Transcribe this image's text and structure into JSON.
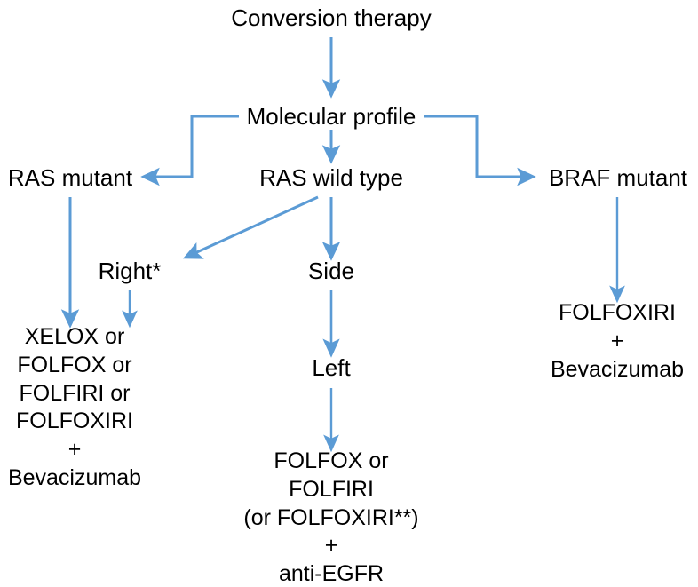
{
  "diagram": {
    "type": "flowchart",
    "title_node": "Conversion therapy",
    "accent_color": "#5B9BD5",
    "text_color": "#000000",
    "background": "#ffffff",
    "nodes": {
      "conversion_therapy": "Conversion therapy",
      "molecular_profile": "Molecular profile",
      "ras_mutant": "RAS mutant",
      "ras_wild_type": "RAS wild type",
      "braf_mutant": "BRAF mutant",
      "right": "Right*",
      "side": "Side",
      "left": "Left",
      "ras_mutant_tx": {
        "lines": [
          "XELOX or",
          "FOLFOX or",
          "FOLFIRI or",
          "FOLFOXIRI",
          "+",
          "Bevacizumab"
        ]
      },
      "left_tx": {
        "lines": [
          "FOLFOX or",
          "FOLFIRI",
          "(or FOLFOXIRI**)",
          "+",
          "anti-EGFR"
        ]
      },
      "braf_tx": {
        "lines": [
          "FOLFOXIRI",
          "+",
          "Bevacizumab"
        ]
      }
    },
    "edges": [
      {
        "from": "conversion_therapy",
        "to": "molecular_profile",
        "style": "straight-down",
        "arrow": true
      },
      {
        "from": "molecular_profile",
        "to": "ras_mutant",
        "style": "elbow-left",
        "arrow": true
      },
      {
        "from": "molecular_profile",
        "to": "ras_wild_type",
        "style": "straight-down",
        "arrow": true
      },
      {
        "from": "molecular_profile",
        "to": "braf_mutant",
        "style": "elbow-right",
        "arrow": true
      },
      {
        "from": "ras_mutant",
        "to": "ras_mutant_tx",
        "style": "straight-down",
        "arrow": true
      },
      {
        "from": "ras_wild_type",
        "to": "right",
        "style": "diagonal-left",
        "arrow": true
      },
      {
        "from": "ras_wild_type",
        "to": "side",
        "style": "straight-down",
        "arrow": true
      },
      {
        "from": "right",
        "to": "ras_mutant_tx",
        "style": "straight-down",
        "arrow": true
      },
      {
        "from": "side",
        "to": "left",
        "style": "straight-down",
        "arrow": true
      },
      {
        "from": "left",
        "to": "left_tx",
        "style": "straight-down",
        "arrow": true
      },
      {
        "from": "braf_mutant",
        "to": "braf_tx",
        "style": "straight-down",
        "arrow": true
      }
    ]
  }
}
